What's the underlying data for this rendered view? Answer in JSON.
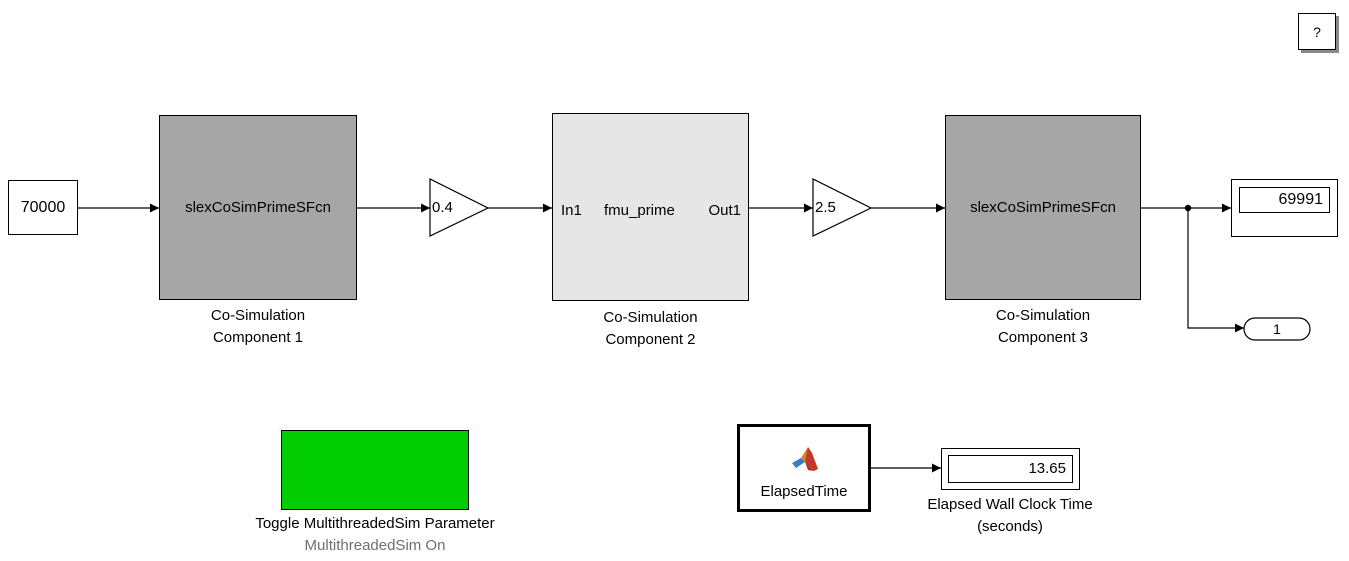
{
  "help": {
    "label": "?"
  },
  "constant": {
    "value": "70000"
  },
  "component1": {
    "function": "slexCoSimPrimeSFcn",
    "caption_line1": "Co-Simulation",
    "caption_line2": "Component 1"
  },
  "gain1": {
    "value": "0.4"
  },
  "component2": {
    "in_port": "In1",
    "function": "fmu_prime",
    "out_port": "Out1",
    "caption_line1": "Co-Simulation",
    "caption_line2": "Component 2"
  },
  "gain2": {
    "value": "2.5"
  },
  "component3": {
    "function": "slexCoSimPrimeSFcn",
    "caption_line1": "Co-Simulation",
    "caption_line2": "Component 3"
  },
  "display_output": {
    "value": "69991"
  },
  "outport": {
    "number": "1"
  },
  "toggle": {
    "caption": "Toggle MultithreadedSim Parameter",
    "status": "MultithreadedSim On",
    "color": "#00cc00"
  },
  "elapsed_fn": {
    "label": "ElapsedTime",
    "icon": "matlab-logo-icon"
  },
  "elapsed_display": {
    "value": "13.65",
    "caption_line1": "Elapsed Wall Clock Time",
    "caption_line2": "(seconds)"
  },
  "colors": {
    "sfcn_block": "#a6a6a6",
    "fmu_block": "#e6e6e6",
    "toggle_on": "#00cc00"
  }
}
